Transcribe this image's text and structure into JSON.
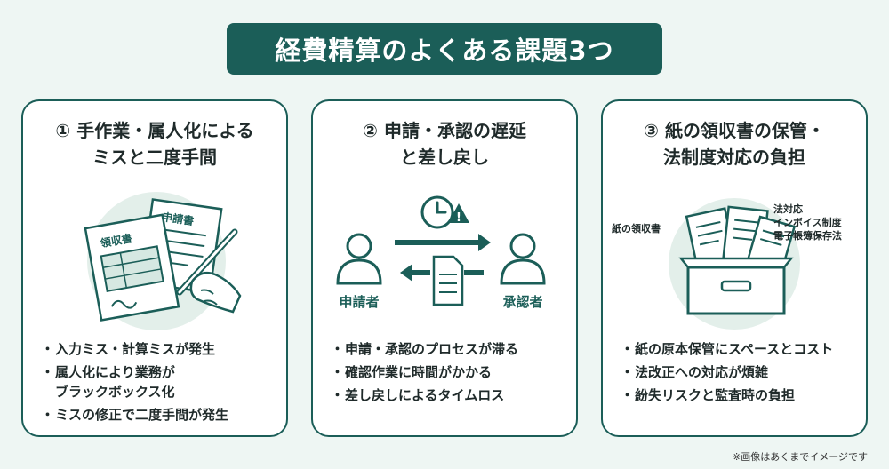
{
  "title": "経費精算のよくある課題3つ",
  "cards": [
    {
      "title_line1": "① 手作業・属人化による",
      "title_line2": "ミスと二度手間",
      "doc_labels": [
        "領収書",
        "申請書"
      ],
      "bullets": [
        "入力ミス・計算ミスが発生",
        "属人化により業務が\nブラックボックス化",
        "ミスの修正で二度手間が発生"
      ]
    },
    {
      "title_line1": "② 申請・承認の遅延",
      "title_line2": "と差し戻し",
      "applicant_label": "申請者",
      "approver_label": "承認者",
      "bullets": [
        "申請・承認のプロセスが滞る",
        "確認作業に時間がかかる",
        "差し戻しによるタイムロス"
      ]
    },
    {
      "title_line1": "③ 紙の領収書の保管・",
      "title_line2": "法制度対応の負担",
      "receipt_label": "紙の領収書",
      "law_labels": [
        "法対応",
        "インボイス制度",
        "電子帳簿保存法"
      ],
      "bullets": [
        "紙の原本保管にスペースとコスト",
        "法改正への対応が煩雑",
        "紛失リスクと監査時の負担"
      ]
    }
  ],
  "note": "※画像はあくまでイメージです",
  "colors": {
    "primary": "#1b5e58",
    "background": "#eef6f3",
    "circle": "#e3efea"
  }
}
